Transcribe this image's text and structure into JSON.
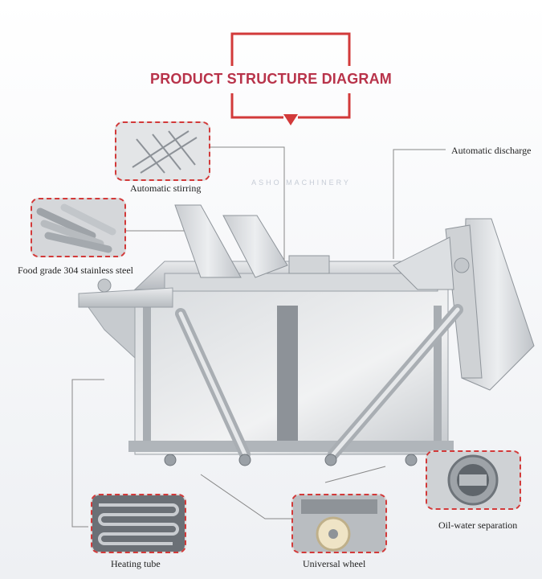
{
  "title": "PRODUCT STRUCTURE DIAGRAM",
  "watermark": "ASHO MACHINERY",
  "callouts": {
    "automatic_stirring": "Automatic stirring",
    "automatic_discharge": "Automatic discharge",
    "food_grade_steel": "Food grade 304 stainless steel",
    "oil_water_separation": "Oil-water separation",
    "heating_tube": "Heating tube",
    "universal_wheel": "Universal wheel"
  },
  "colors": {
    "accent": "#b8334a",
    "frame": "#d23a3a"
  }
}
